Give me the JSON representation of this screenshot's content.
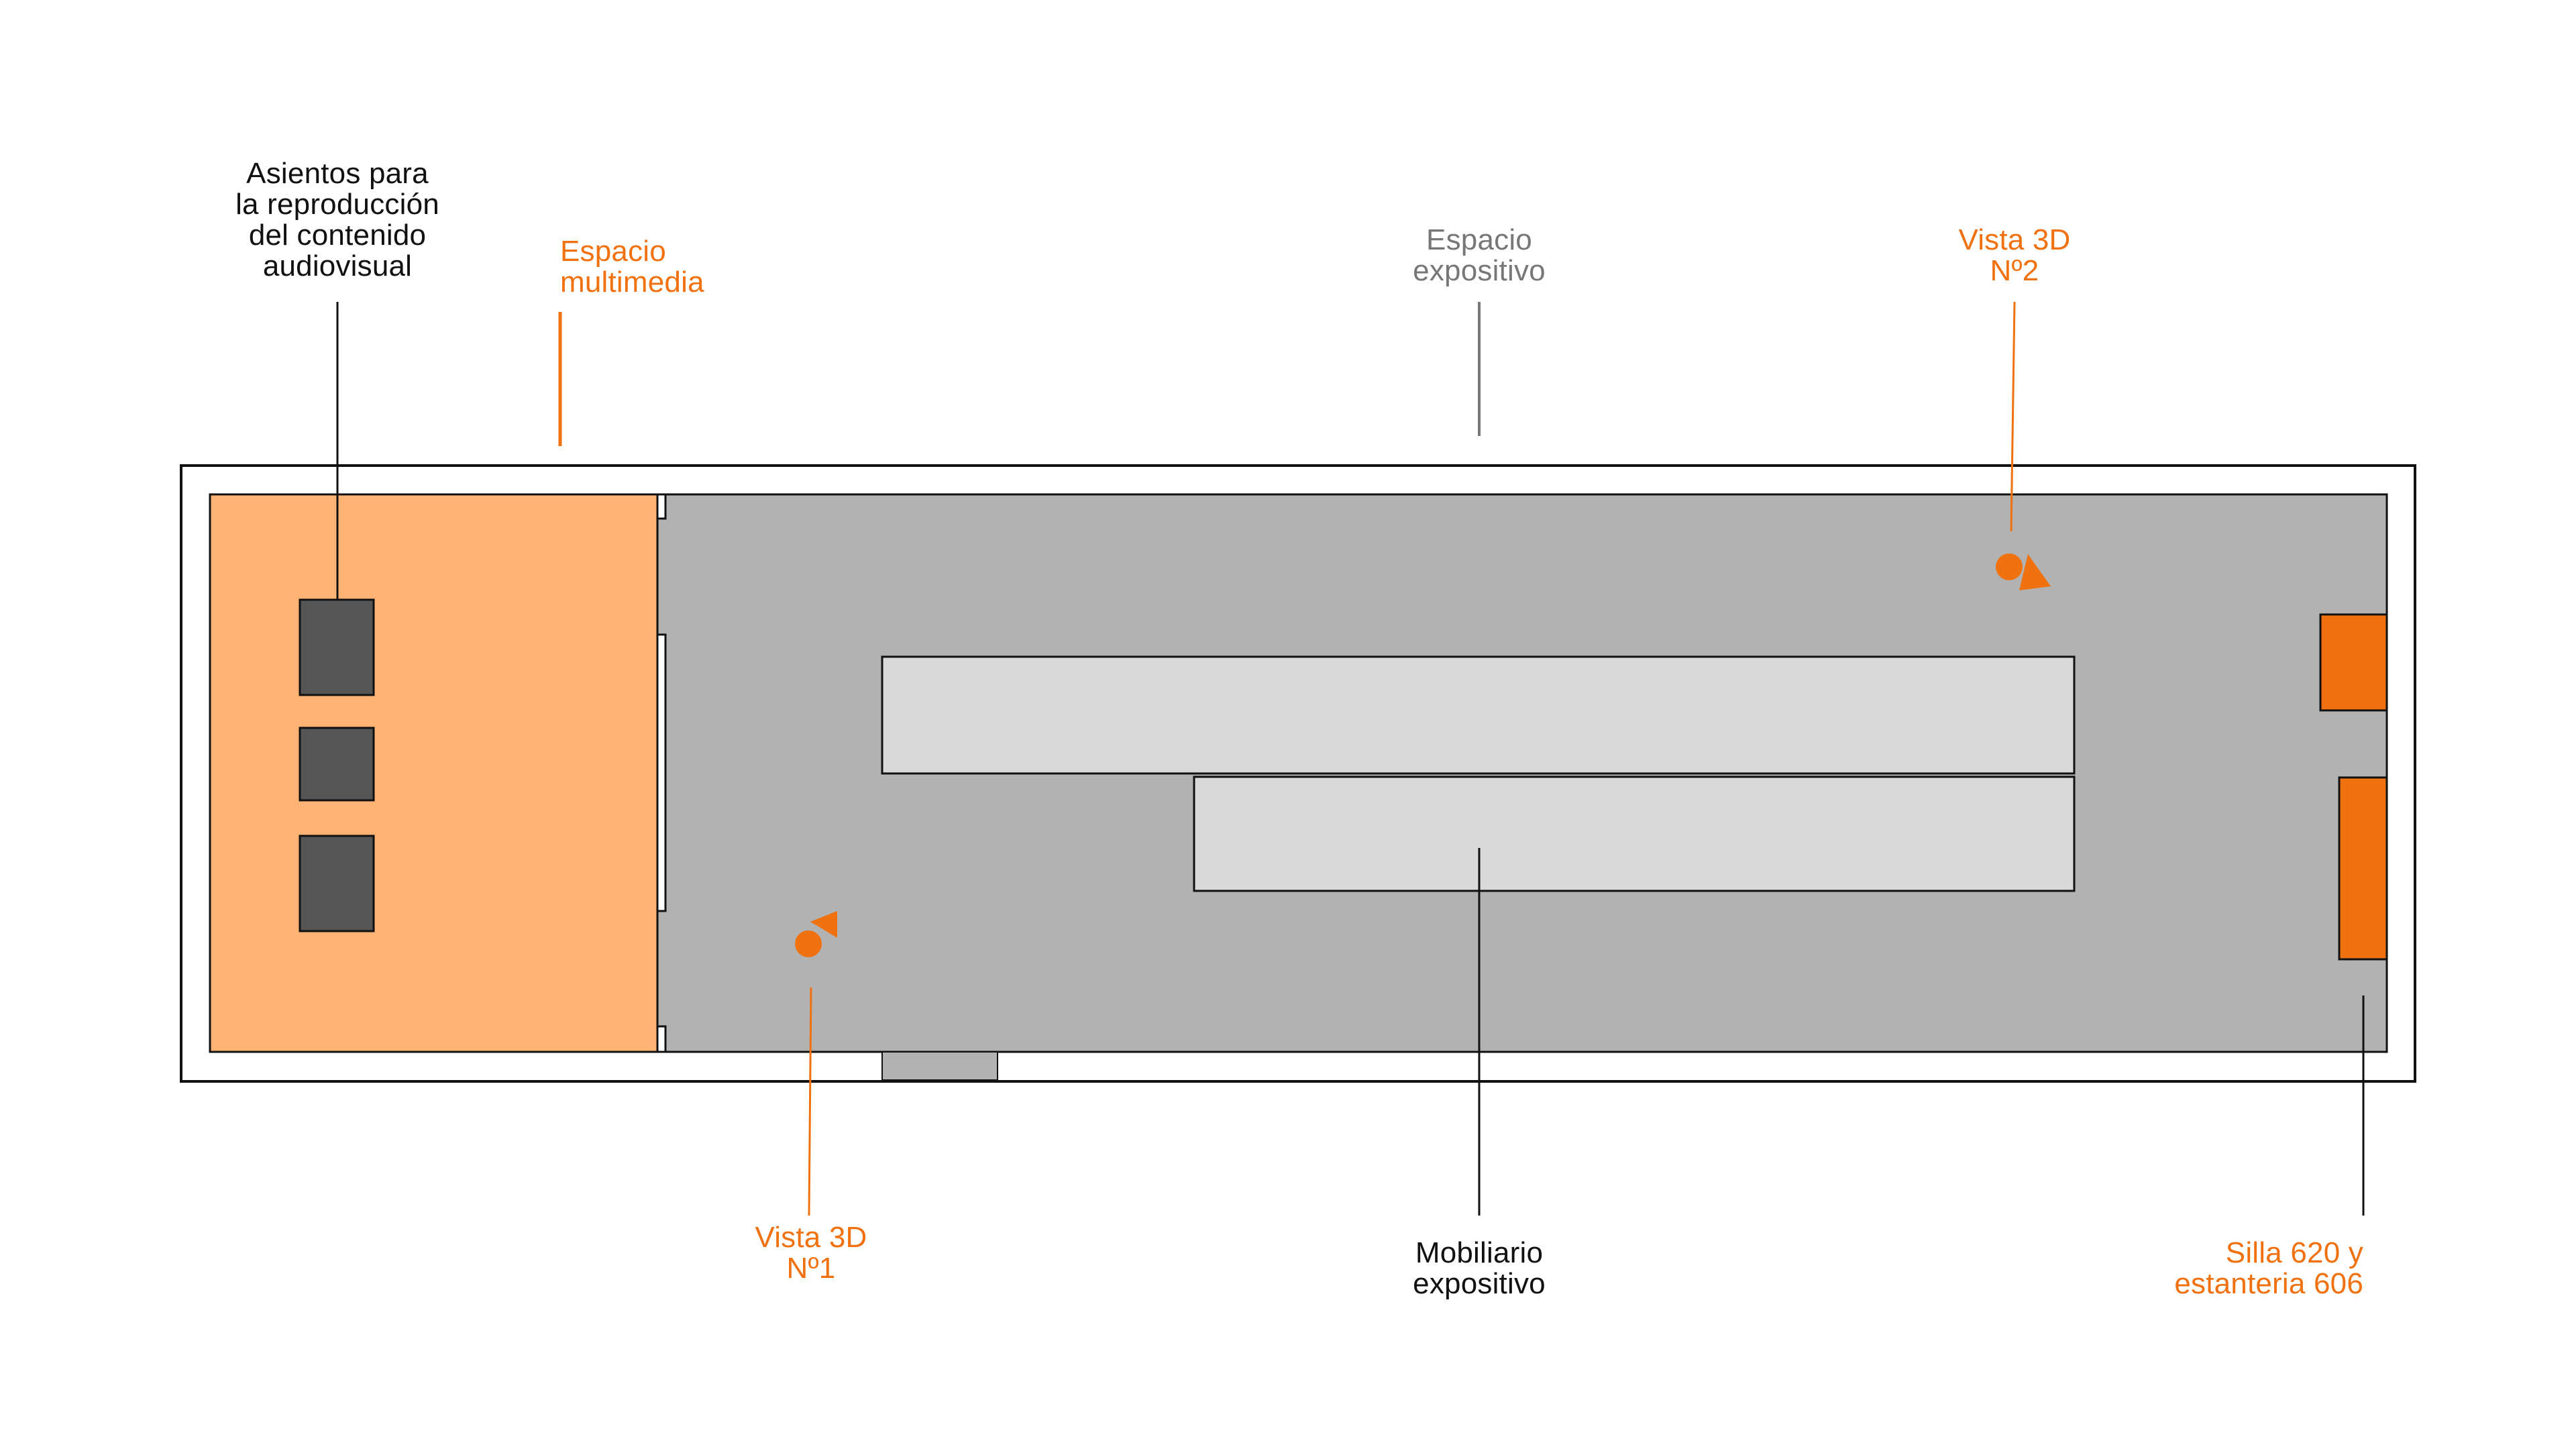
{
  "colors": {
    "outline": "#111111",
    "exhibition_floor": "#b2b2b2",
    "multimedia_floor": "#ffb374",
    "furniture": "#d9d9d9",
    "seat": "#555555",
    "accent": "#f07110",
    "grey_text": "#777777",
    "black_text": "#111111"
  },
  "labels": {
    "seats": [
      "Asientos para",
      "la reproducción",
      "del contenido",
      "audiovisual"
    ],
    "multimedia": [
      "Espacio",
      "multimedia"
    ],
    "exhibition": [
      "Espacio",
      "expositivo"
    ],
    "view2": [
      "Vista 3D",
      "Nº2"
    ],
    "view1": [
      "Vista 3D",
      "Nº1"
    ],
    "furniture": [
      "Mobiliario",
      "expositivo"
    ],
    "chair": [
      "Silla 620 y",
      "estanteria 606"
    ]
  },
  "icons": {
    "view_marker": "camera-viewpoint-icon"
  }
}
